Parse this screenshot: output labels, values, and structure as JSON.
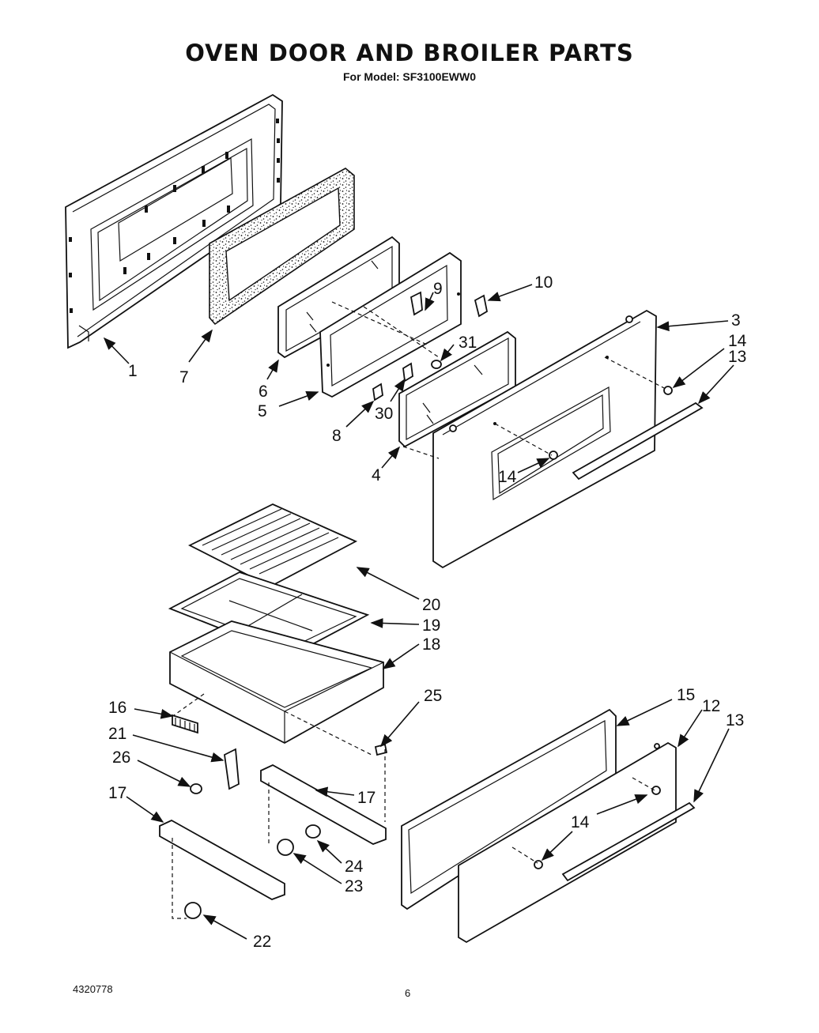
{
  "title": "OVEN DOOR AND BROILER PARTS",
  "subtitle": "For Model: SF3100EWW0",
  "footer": {
    "doc_number": "4320778",
    "page_number": "6"
  },
  "callouts": [
    "1",
    "3",
    "4",
    "5",
    "6",
    "7",
    "8",
    "9",
    "10",
    "13",
    "14",
    "13",
    "14",
    "14",
    "30",
    "31",
    "20",
    "19",
    "18",
    "16",
    "21",
    "26",
    "25",
    "17",
    "17",
    "24",
    "23",
    "22",
    "15",
    "12",
    "13",
    "14"
  ]
}
